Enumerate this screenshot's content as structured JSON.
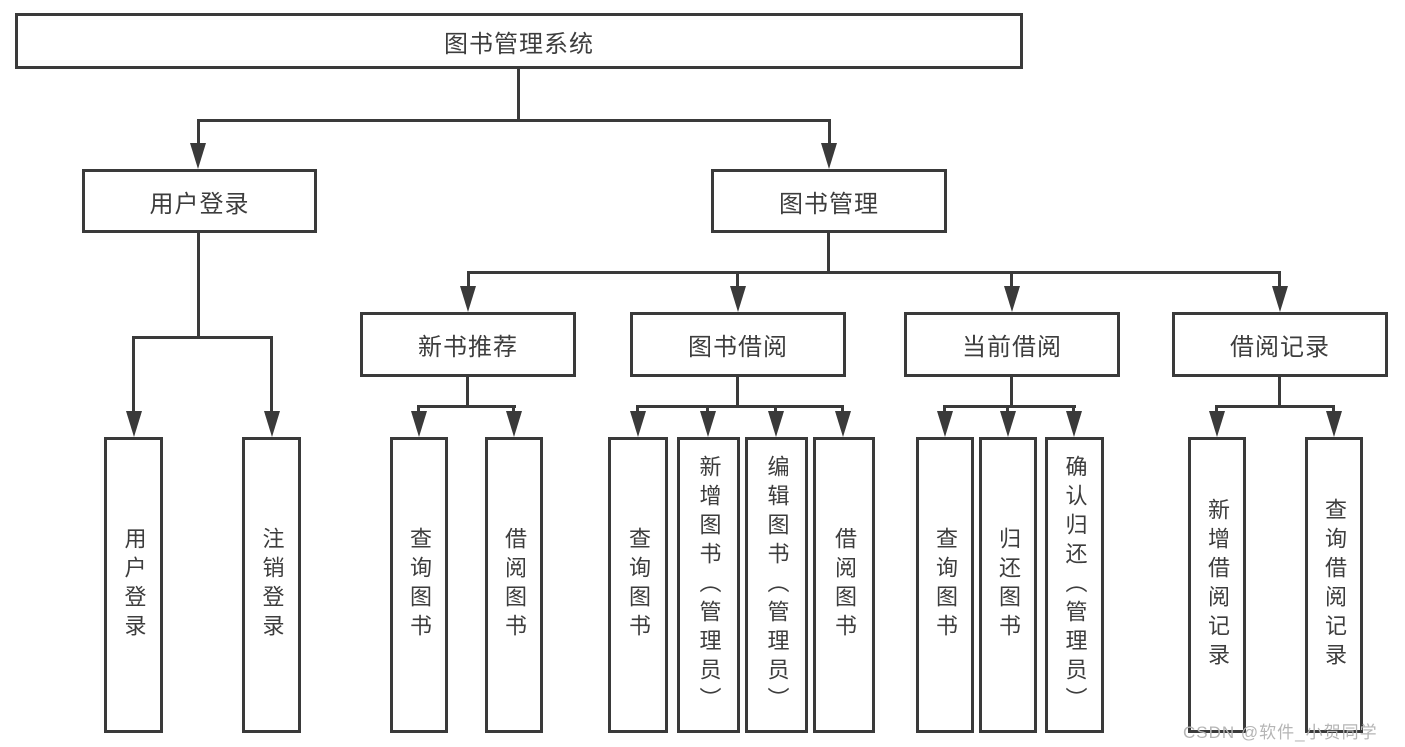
{
  "colors": {
    "line": "#3a3a3a",
    "text": "#3d3d3d",
    "watermark": "#b5b5b5",
    "background": "#ffffff"
  },
  "watermark": "CSDN @软件_小贺同学",
  "tree": {
    "root": {
      "label": "图书管理系统"
    },
    "branches": [
      {
        "label": "用户登录",
        "children": [
          {
            "label": "用户登录"
          },
          {
            "label": "注销登录"
          }
        ]
      },
      {
        "label": "图书管理",
        "children": [
          {
            "label": "新书推荐",
            "children": [
              {
                "label": "查询图书"
              },
              {
                "label": "借阅图书"
              }
            ]
          },
          {
            "label": "图书借阅",
            "children": [
              {
                "label": "查询图书"
              },
              {
                "label": "新增图书（管理员）"
              },
              {
                "label": "编辑图书（管理员）"
              },
              {
                "label": "借阅图书"
              }
            ]
          },
          {
            "label": "当前借阅",
            "children": [
              {
                "label": "查询图书"
              },
              {
                "label": "归还图书"
              },
              {
                "label": "确认归还（管理员）"
              }
            ]
          },
          {
            "label": "借阅记录",
            "children": [
              {
                "label": "新增借阅记录"
              },
              {
                "label": "查询借阅记录"
              }
            ]
          }
        ]
      }
    ]
  }
}
